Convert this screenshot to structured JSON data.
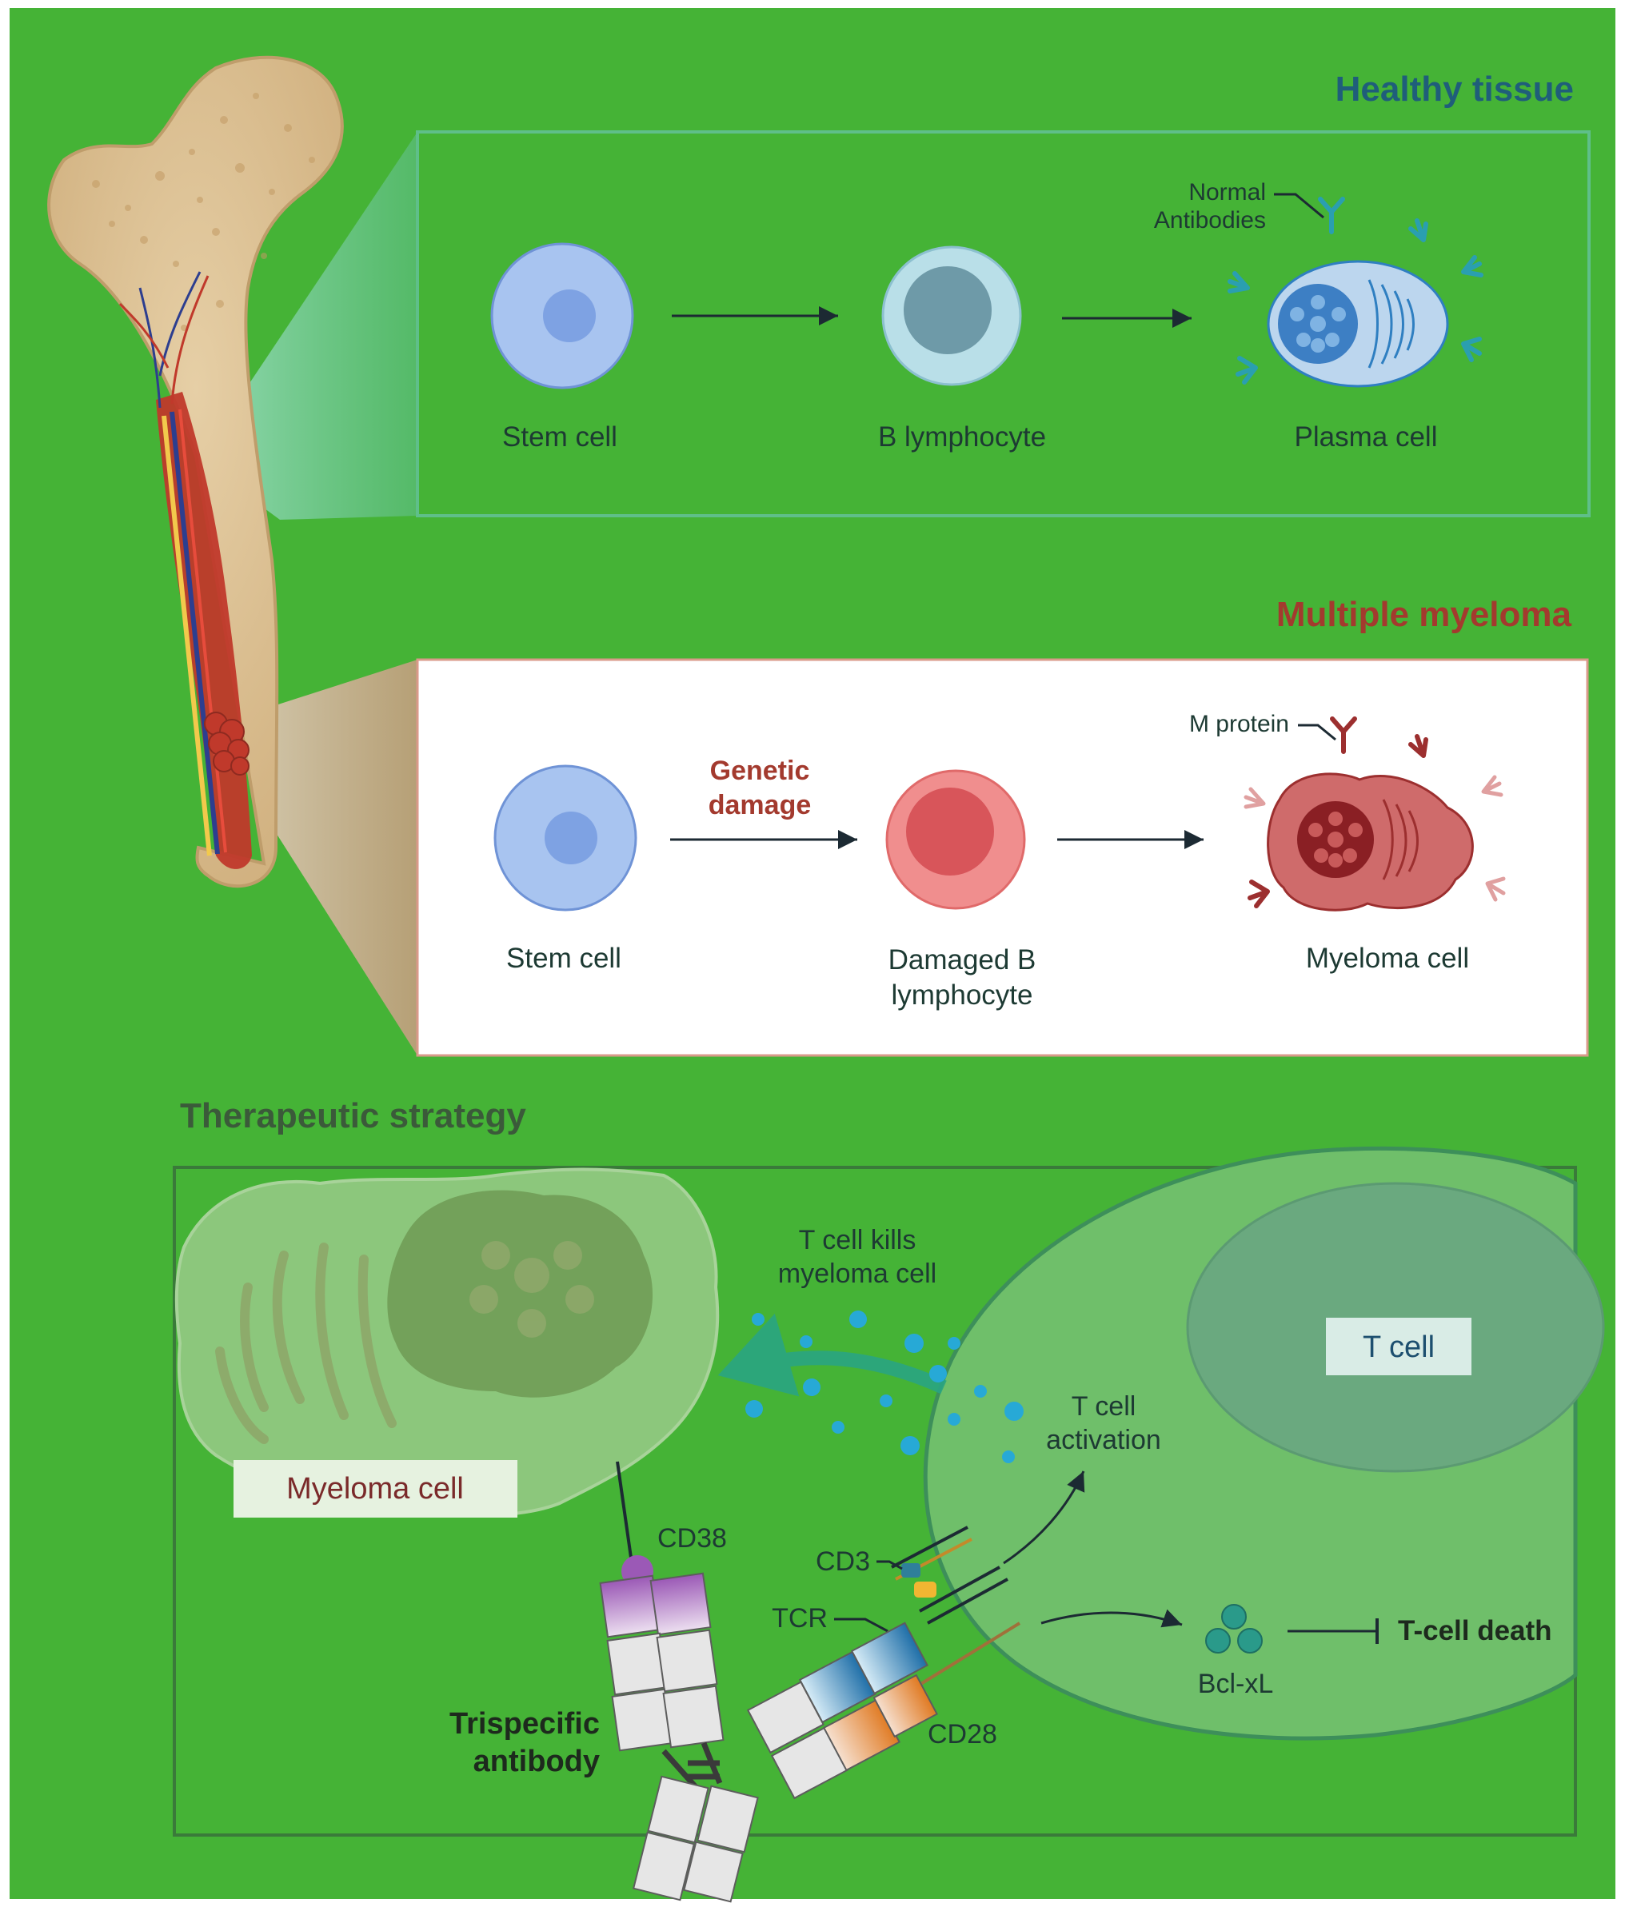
{
  "colors": {
    "background": "#45b336",
    "healthy_title": "#1f5e7a",
    "myeloma_title": "#a33a2e",
    "strategy_title": "#3b5a3a",
    "arrow": "#1c2a33",
    "plasma_blue": "#2f7fc1",
    "myeloma_red": "#b23a3a"
  },
  "healthy": {
    "title": "Healthy tissue",
    "antibody_label_1": "Normal",
    "antibody_label_2": "Antibodies",
    "cells": [
      "Stem cell",
      "B lymphocyte",
      "Plasma cell"
    ]
  },
  "myeloma": {
    "title": "Multiple myeloma",
    "damage_label_1": "Genetic",
    "damage_label_2": "damage",
    "protein_label": "M protein",
    "cells": [
      "Stem cell",
      "Damaged B",
      "lymphocyte",
      "Myeloma cell"
    ]
  },
  "strategy": {
    "title": "Therapeutic strategy",
    "myeloma_cell": "Myeloma cell",
    "t_cell": "T cell",
    "kills_1": "T cell kills",
    "kills_2": "myeloma cell",
    "activation_1": "T cell",
    "activation_2": "activation",
    "cd38": "CD38",
    "cd3": "CD3",
    "tcr": "TCR",
    "cd28": "CD28",
    "bclxl": "Bcl-xL",
    "tcell_death": "T-cell death",
    "antibody_1": "Trispecific",
    "antibody_2": "antibody"
  }
}
